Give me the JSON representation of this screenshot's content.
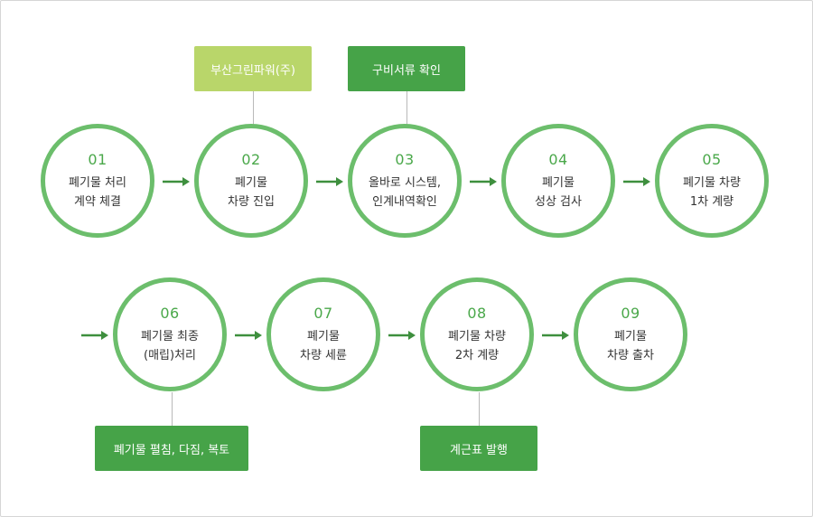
{
  "steps": [
    {
      "num": "01",
      "line1": "폐기물 처리",
      "line2": "계약 체결"
    },
    {
      "num": "02",
      "line1": "폐기물",
      "line2": "차량 진입"
    },
    {
      "num": "03",
      "line1": "올바로 시스템,",
      "line2": "인계내역확인"
    },
    {
      "num": "04",
      "line1": "폐기물",
      "line2": "성상 검사"
    },
    {
      "num": "05",
      "line1": "폐기물 차량",
      "line2": "1차 계량"
    },
    {
      "num": "06",
      "line1": "폐기물 최종",
      "line2": "(매립)처리"
    },
    {
      "num": "07",
      "line1": "폐기물",
      "line2": "차량 세륜"
    },
    {
      "num": "08",
      "line1": "폐기물 차량",
      "line2": "2차 계량"
    },
    {
      "num": "09",
      "line1": "폐기물",
      "line2": "차량 출차"
    }
  ],
  "tags": {
    "step02": "부산그린파워(주)",
    "step03": "구비서류 확인",
    "step06": "폐기물 펼침, 다짐, 복토",
    "step08": "계근표 발행"
  },
  "colors": {
    "circle_border": "#6cbe6c",
    "number": "#4aa84a",
    "tag_light": "#b9d66a",
    "tag_dark": "#46a348",
    "arrow": "#3e8f3e"
  }
}
